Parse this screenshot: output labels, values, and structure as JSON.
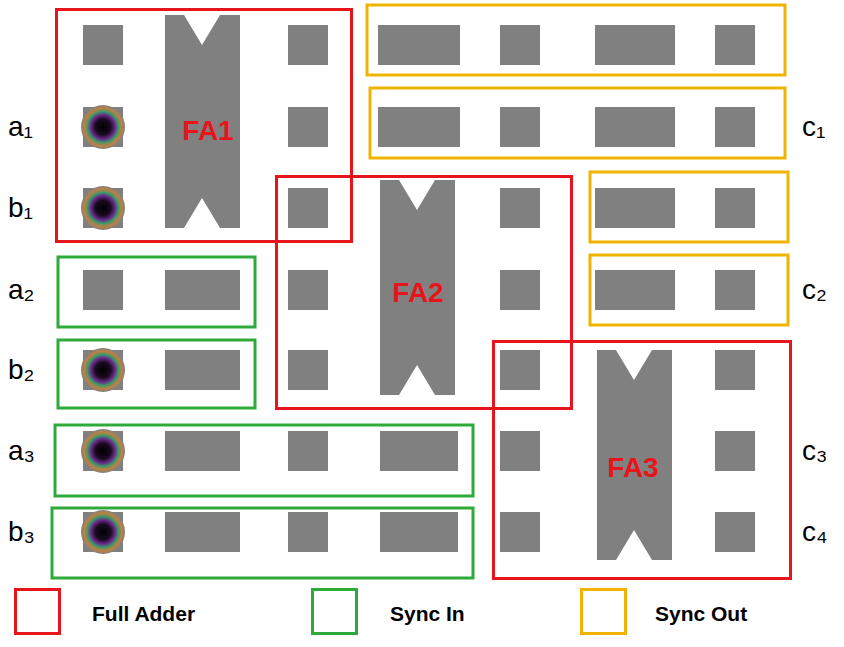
{
  "diagram": {
    "nodes": [
      {
        "text": [
          "FA1"
        ]
      },
      {
        "text": [
          "FA2"
        ]
      },
      {
        "text": [
          "FA3"
        ]
      }
    ],
    "labels": [
      "a₁",
      "b₁",
      "a₂",
      "b₂",
      "a₃",
      "b₃",
      "c₁",
      "c₂",
      "c₃",
      "c₄"
    ],
    "legend": [
      {
        "text": "Full Adder",
        "color": "#e8141c"
      },
      {
        "text": "Sync In",
        "color": "#2eaa3a"
      },
      {
        "text": "Sync Out",
        "color": "#f0b400"
      }
    ]
  }
}
